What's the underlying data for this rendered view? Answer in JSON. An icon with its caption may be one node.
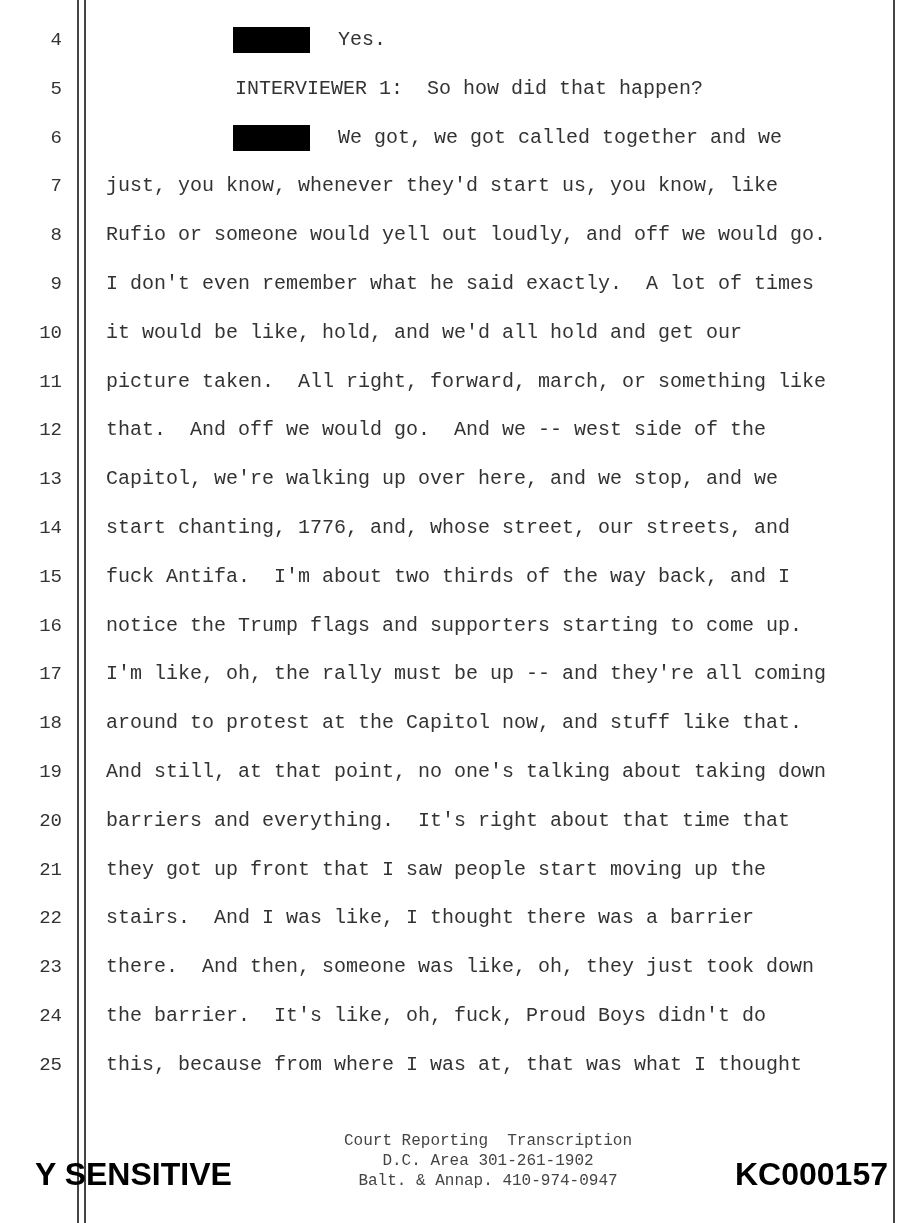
{
  "diagram": {
    "labels": [
      "4",
      "Yes.",
      "5",
      "INTERVIEWER 1:  So how did that happen?",
      "6",
      "We got, we got called together and we",
      "7",
      "just, you know, whenever they'd start us, you know, like",
      "8",
      "Rufio or someone would yell out loudly, and off we would go.",
      "9",
      "I don't even remember what he said exactly.  A lot of times",
      "10",
      "it would be like, hold, and we'd all hold and get our",
      "11",
      "picture taken.  All right, forward, march, or something like",
      "12",
      "that.  And off we would go.  And we -- west side of the",
      "13",
      "Capitol, we're walking up over here, and we stop, and we",
      "14",
      "start chanting, 1776, and, whose street, our streets, and",
      "15",
      "fuck Antifa.  I'm about two thirds of the way back, and I",
      "16",
      "notice the Trump flags and supporters starting to come up.",
      "17",
      "I'm like, oh, the rally must be up -- and they're all coming",
      "18",
      "around to protest at the Capitol now, and stuff like that.",
      "19",
      "And still, at that point, no one's talking about taking down",
      "20",
      "barriers and everything.  It's right about that time that",
      "21",
      "they got up front that I saw people start moving up the",
      "22",
      "stairs.  And I was like, I thought there was a barrier",
      "23",
      "there.  And then, someone was like, oh, they just took down",
      "24",
      "the barrier.  It's like, oh, fuck, Proud Boys didn't do",
      "25",
      "this, because from where I was at, that was what I thought",
      "Court Reporting  Transcription",
      "D.C. Area 301-261-1902",
      "Balt. & Annap. 410-974-0947",
      "Y SENSITIVE",
      "KC000157"
    ]
  }
}
